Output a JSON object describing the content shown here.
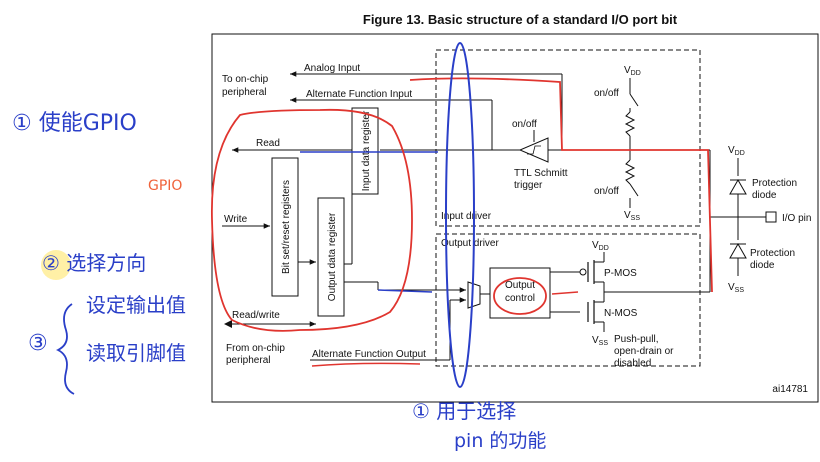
{
  "figure": {
    "title": "Figure 13. Basic structure of a standard I/O port bit",
    "figure_id": "ai14781"
  },
  "labels": {
    "to_on_chip_peripheral": [
      "To on-chip",
      "peripheral"
    ],
    "from_on_chip_peripheral": [
      "From on-chip",
      "peripheral"
    ],
    "analog_input": "Analog Input",
    "alternate_function_input": "Alternate Function Input",
    "alternate_function_output": "Alternate Function Output",
    "read": "Read",
    "write": "Write",
    "read_write": "Read/write",
    "input_data_register": "Input data register",
    "bit_set_reset_registers": "Bit set/reset registers",
    "output_data_register": "Output data register",
    "input_driver": "Input driver",
    "output_driver": "Output driver",
    "on_off": "on/off",
    "ttl_schmitt_trigger": [
      "TTL Schmitt",
      "trigger"
    ],
    "vdd": "V",
    "vdd_sub": "DD",
    "vss": "V",
    "vss_sub": "SS",
    "output_control": [
      "Output",
      "control"
    ],
    "p_mos": "P-MOS",
    "n_mos": "N-MOS",
    "protection_diode": [
      "Protection",
      "diode"
    ],
    "io_pin": "I/O pin",
    "push_pull": [
      "Push-pull,",
      "open-drain or",
      "disabled"
    ]
  },
  "annotations": {
    "enable_gpio": "① 使能GPIO",
    "gpio": "GPIO",
    "select_direction": "② 选择方向",
    "set_output": "设定输出值",
    "read_pin": "读取引脚值",
    "item3": "③",
    "select_pin_function_1": "① 用于选择",
    "select_pin_function_2": "pin 的功能"
  },
  "colors": {
    "annotation_blue": "#2a3fc8",
    "annotation_red": "#e0352f",
    "annotation_orange": "#f0623a",
    "highlight_yellow": "#ffe45c"
  }
}
